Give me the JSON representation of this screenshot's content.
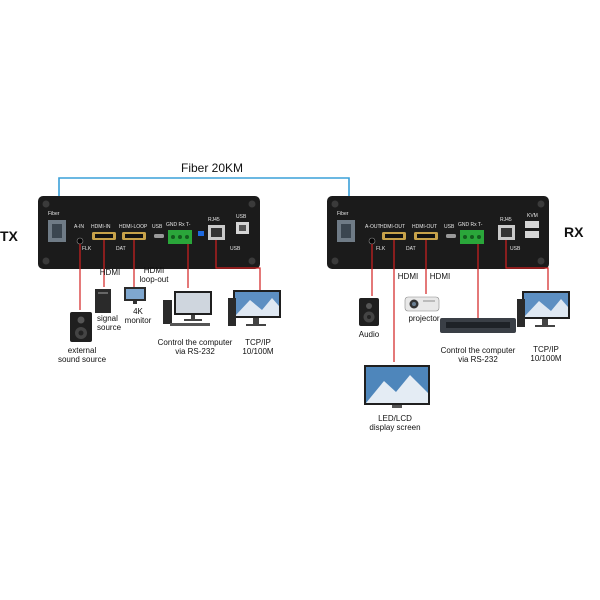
{
  "fiber_label": "Fiber 20KM",
  "tx": {
    "side_label": "TX",
    "ports": {
      "fiber": "Fiber",
      "a_in": "A-IN",
      "flk": "FLK",
      "hdmi_in": "HDMI-IN",
      "hdmi_loop": "HDMI-LOOP",
      "dat": "DAT",
      "usb_top": "USB",
      "serial": "GND  Rx  T-",
      "rj45": "RJ45",
      "usb_right": "USB",
      "usb_bottom": "USB"
    },
    "devices": {
      "sound_source": "external\nsound source",
      "hdmi_link": "HDMI",
      "signal_source": "signal\nsource",
      "hdmi_loopout": "HDMI\nloop-out",
      "monitor_4k": "4K\nmonitor",
      "computer": "Control the computer\nvia RS-232",
      "tcpip": "TCP/IP\n10/100M"
    }
  },
  "rx": {
    "side_label": "RX",
    "ports": {
      "fiber": "Fiber",
      "a_out": "A-OUT",
      "flk": "FLK",
      "hdmi_out1": "HDMI-OUT",
      "hdmi_out2": "HDMI-OUT",
      "dat": "DAT",
      "usb_top": "USB",
      "serial": "GND  Rx  T-",
      "rj45": "RJ45",
      "kvm": "KVM",
      "usb_bottom": "USB"
    },
    "devices": {
      "audio": "Audio",
      "hdmi1": "HDMI",
      "hdmi2": "HDMI",
      "projector": "projector",
      "computer": "Control the computer\nvia RS-232",
      "tcpip": "TCP/IP\n10/100M",
      "display": "LED/LCD\ndisplay screen"
    }
  },
  "colors": {
    "fiber_line": "#3aa0d8",
    "cable": "#d32020",
    "device_body": "#1a1a1a",
    "terminal": "#2aa63a"
  }
}
